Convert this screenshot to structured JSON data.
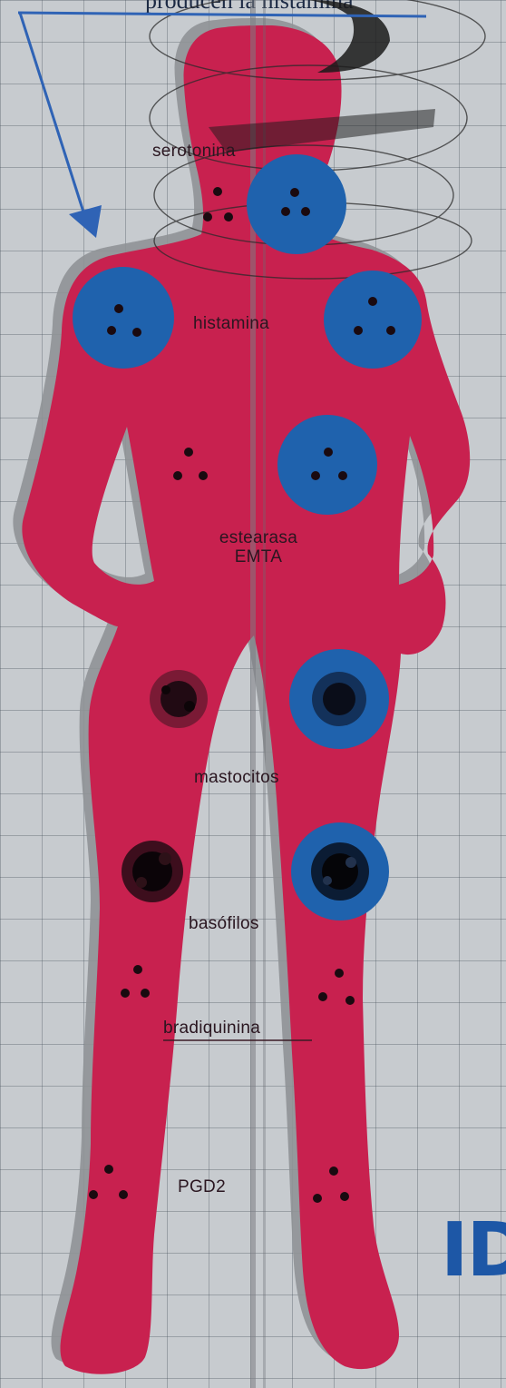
{
  "caption_top": "producen la histamina",
  "logo_text": "ID",
  "labels": {
    "serotonina": "serotonina",
    "histamina": "histamina",
    "estearasa": "estearasa",
    "emta": "EMTA",
    "mastocitos": "mastocitos",
    "basofilos": "basófilos",
    "bradiquinina": "bradiquinina",
    "pgd2": "PGD2"
  },
  "colors": {
    "body": "#c8214f",
    "shadow": "#8f9296",
    "circle": "#1f62ad",
    "accent_line": "#2f63b5",
    "grid": "#5a646e"
  },
  "icons": {
    "molecule": "three-dot-molecule-icon",
    "cell": "granular-cell-icon"
  }
}
